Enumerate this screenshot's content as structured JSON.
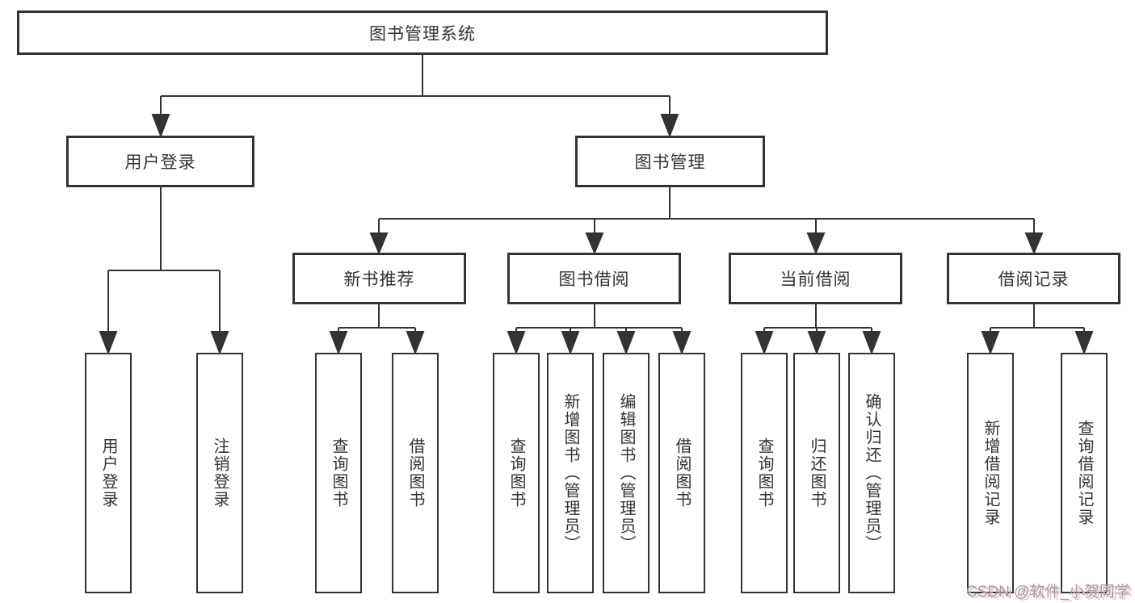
{
  "diagram": {
    "title": "图书管理系统",
    "level2": {
      "user_login": "用户登录",
      "book_management": "图书管理"
    },
    "level3": {
      "new_book_recommend": "新书推荐",
      "book_borrowing": "图书借阅",
      "current_borrowing": "当前借阅",
      "borrowing_records": "借阅记录"
    },
    "leaves": {
      "user_login": "用户登录",
      "logout": "注销登录",
      "recommend_query_books": "查询图书",
      "recommend_borrow_books": "借阅图书",
      "borrowing_query_books": "查询图书",
      "borrowing_add_books": "新增图书（管理员）",
      "borrowing_edit_books": "编辑图书（管理员）",
      "borrowing_borrow_books": "借阅图书",
      "current_query_books": "查询图书",
      "current_return_books": "归还图书",
      "current_confirm_return": "确认归还（管理员）",
      "records_add_record": "新增借阅记录",
      "records_query_record": "查询借阅记录"
    },
    "watermark": "CSDN @软件_小贺同学"
  },
  "colors": {
    "line": "#333333",
    "text": "#333333",
    "background": "#ffffff",
    "watermark_text": "#9f9f9f",
    "watermark_shadow": "#f8b5c0"
  }
}
